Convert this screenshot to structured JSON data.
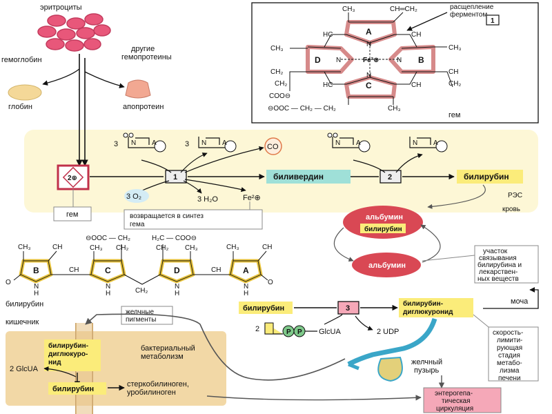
{
  "labels": {
    "erythrocytes": "эритроциты",
    "hemoglobin": "гемоглобин",
    "other_hemoproteins_1": "другие",
    "other_hemoproteins_2": "гемопротеины",
    "globin": "глобин",
    "apoprotein": "апопротеин",
    "heme": "гем",
    "heme_box": "гем",
    "fe_badge": "2⊕",
    "three_1": "3",
    "three_2": "3",
    "co": "CO",
    "o2": "3 O₂",
    "h2o": "3 H₂O",
    "fe2": "Fe²⊕",
    "biliverdin": "биливердин",
    "bilirubin": "билирубин",
    "returns_1": "возвращается в синтез",
    "returns_2": "гема",
    "res": "РЭС",
    "blood": "кровь",
    "albumin_1": "альбумин",
    "albumin_bili": "билирубин",
    "albumin_2": "альбумин",
    "binding_1": "участок",
    "binding_2": "связывания",
    "binding_3": "билирубина и",
    "binding_4": "лекарствен-",
    "binding_5": "ных веществ",
    "bilirubin_struct": "билирубин",
    "intestine": "кишечник",
    "bile_pigments_1": "желчные",
    "bile_pigments_2": "пигменты",
    "bili_liver": "билирубин",
    "bili_digluc_1": "билирубин-",
    "bili_digluc_2": "диглюкуронид",
    "udp_two": "2",
    "p1": "P",
    "p2": "P",
    "glcua": "GlcUA",
    "udp": "2 UDP",
    "urine": "моча",
    "gallbladder_1": "желчный",
    "gallbladder_2": "пузырь",
    "rate_1": "скорость-",
    "rate_2": "лимити-",
    "rate_3": "рующая",
    "rate_4": "стадия",
    "rate_5": "метабо-",
    "rate_6": "лизма",
    "rate_7": "печени",
    "intest_digluc_1": "билирубин-",
    "intest_digluc_2": "диглюкуро-",
    "intest_digluc_3": "нид",
    "bacterial_1": "бактериальный",
    "bacterial_2": "метаболизм",
    "glcua_2": "2 GlcUA",
    "intest_bili": "билирубин",
    "sterco_1": "стеркобилиноген,",
    "sterco_2": "уробилиноген",
    "entero_1": "энтерогепа-",
    "entero_2": "тическая",
    "entero_3": "циркуляция"
  },
  "steps": {
    "s1": "1",
    "s2": "2",
    "s3": "3"
  },
  "heme_structure": {
    "ring_a": "A",
    "ring_b": "B",
    "ring_c": "C",
    "ring_d": "D",
    "fe": "Fe²⊕",
    "n1": "N",
    "n2": "N",
    "n3": "N",
    "n4": "N",
    "ch3_top": "CH₃",
    "vinyl_top": "CH═CH₂",
    "ch3_left": "CH₃",
    "ch3_right": "CH₃",
    "ch2_left": "CH₂",
    "ch2_left2": "CH₂",
    "coo_left": "COO⊖",
    "ch_vinyl": "CH",
    "ch2_vinyl": "CH₂",
    "cooc_bottom": "⊖OOC — CH₂ — CH₂",
    "ch3_bottom": "CH₃",
    "cleavage_1": "расщепление",
    "cleavage_2": "ферментом",
    "cleavage_step": "1",
    "heme_label": "гем",
    "ch_top_l": "HC",
    "ch_top_r": "CH",
    "ch_bot_l": "HC",
    "ch_bot_r": "CH"
  },
  "bilirubin_structure": {
    "ring_b": "B",
    "ring_c": "C",
    "ring_d": "D",
    "ring_a": "A",
    "top_ch3_1": "CH₃",
    "top_ch_1": "CH",
    "top_cooc": "⊖OOC — CH₂",
    "top_ch2": "CH₂",
    "top_h2c": "H₂C — COO⊖",
    "top_ch2b": "CH₂",
    "top_ch3_2": "CH₃",
    "top_ch_2": "CH",
    "o_left": "O",
    "o_right": "O",
    "nh_1": "N",
    "nh_2": "N",
    "nh_3": "N",
    "nh_4": "N",
    "h_1": "H",
    "h_2": "H",
    "h_3": "H",
    "h_4": "H",
    "ch_bridge_1": "CH",
    "ch2_bridge": "CH₂",
    "ch_bridge_2": "CH",
    "ch3_l": "CH₃",
    "ch3_c": "CH₃",
    "ch3_d": "CH₃",
    "ch3_r": "CH₃",
    "ch_top_vinyl_l": "CH",
    "ch_top_vinyl_r": "CH"
  },
  "mini_pyrrole": {
    "n": "N",
    "a": "A"
  },
  "colors": {
    "erythrocyte": "#e8577a",
    "globin": "#f4d898",
    "apoprotein": "#f2a892",
    "yellow_panel": "#fdf7d6",
    "yellow_box": "#fbec7a",
    "teal_box": "#9fe0d8",
    "albumin": "#d94854",
    "heme_ring": "#d68a8a",
    "bili_ring": "#e7c23a",
    "intestine": "#f2d8a6",
    "pink_box": "#f5a8b8",
    "step_box": "#eeeeee"
  }
}
